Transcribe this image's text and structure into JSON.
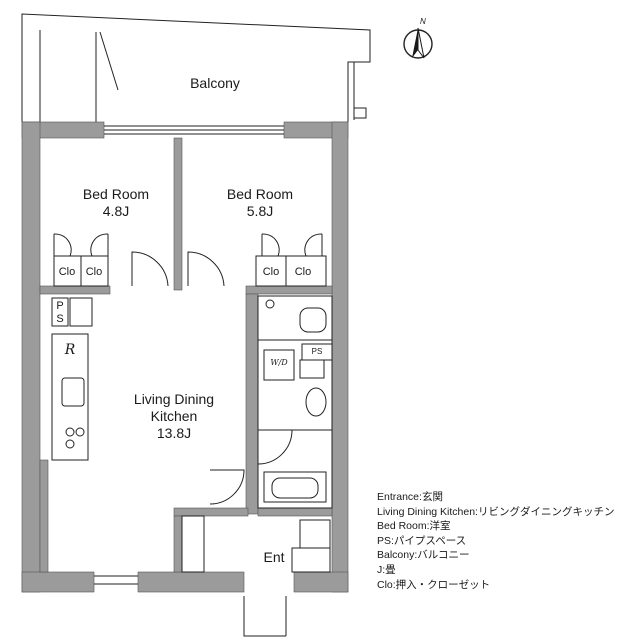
{
  "compass": {
    "label": "N"
  },
  "rooms": {
    "balcony": "Balcony",
    "bed1_name": "Bed Room",
    "bed1_size": "4.8J",
    "bed2_name": "Bed Room",
    "bed2_size": "5.8J",
    "ldk_line1": "Living Dining",
    "ldk_line2": "Kitchen",
    "ldk_size": "13.8J",
    "entrance": "Ent"
  },
  "fixtures": {
    "closet": "Clo",
    "pipe_space": "PS",
    "refrigerator": "R",
    "washer_dryer": "W/D"
  },
  "legend": [
    "Entrance:玄関",
    "Living Dining Kitchen:リビングダイニングキッチン",
    "Bed Room:洋室",
    "PS:パイプスペース",
    "Balcony:バルコニー",
    "J:畳",
    "Clo:押入・クローゼット"
  ]
}
